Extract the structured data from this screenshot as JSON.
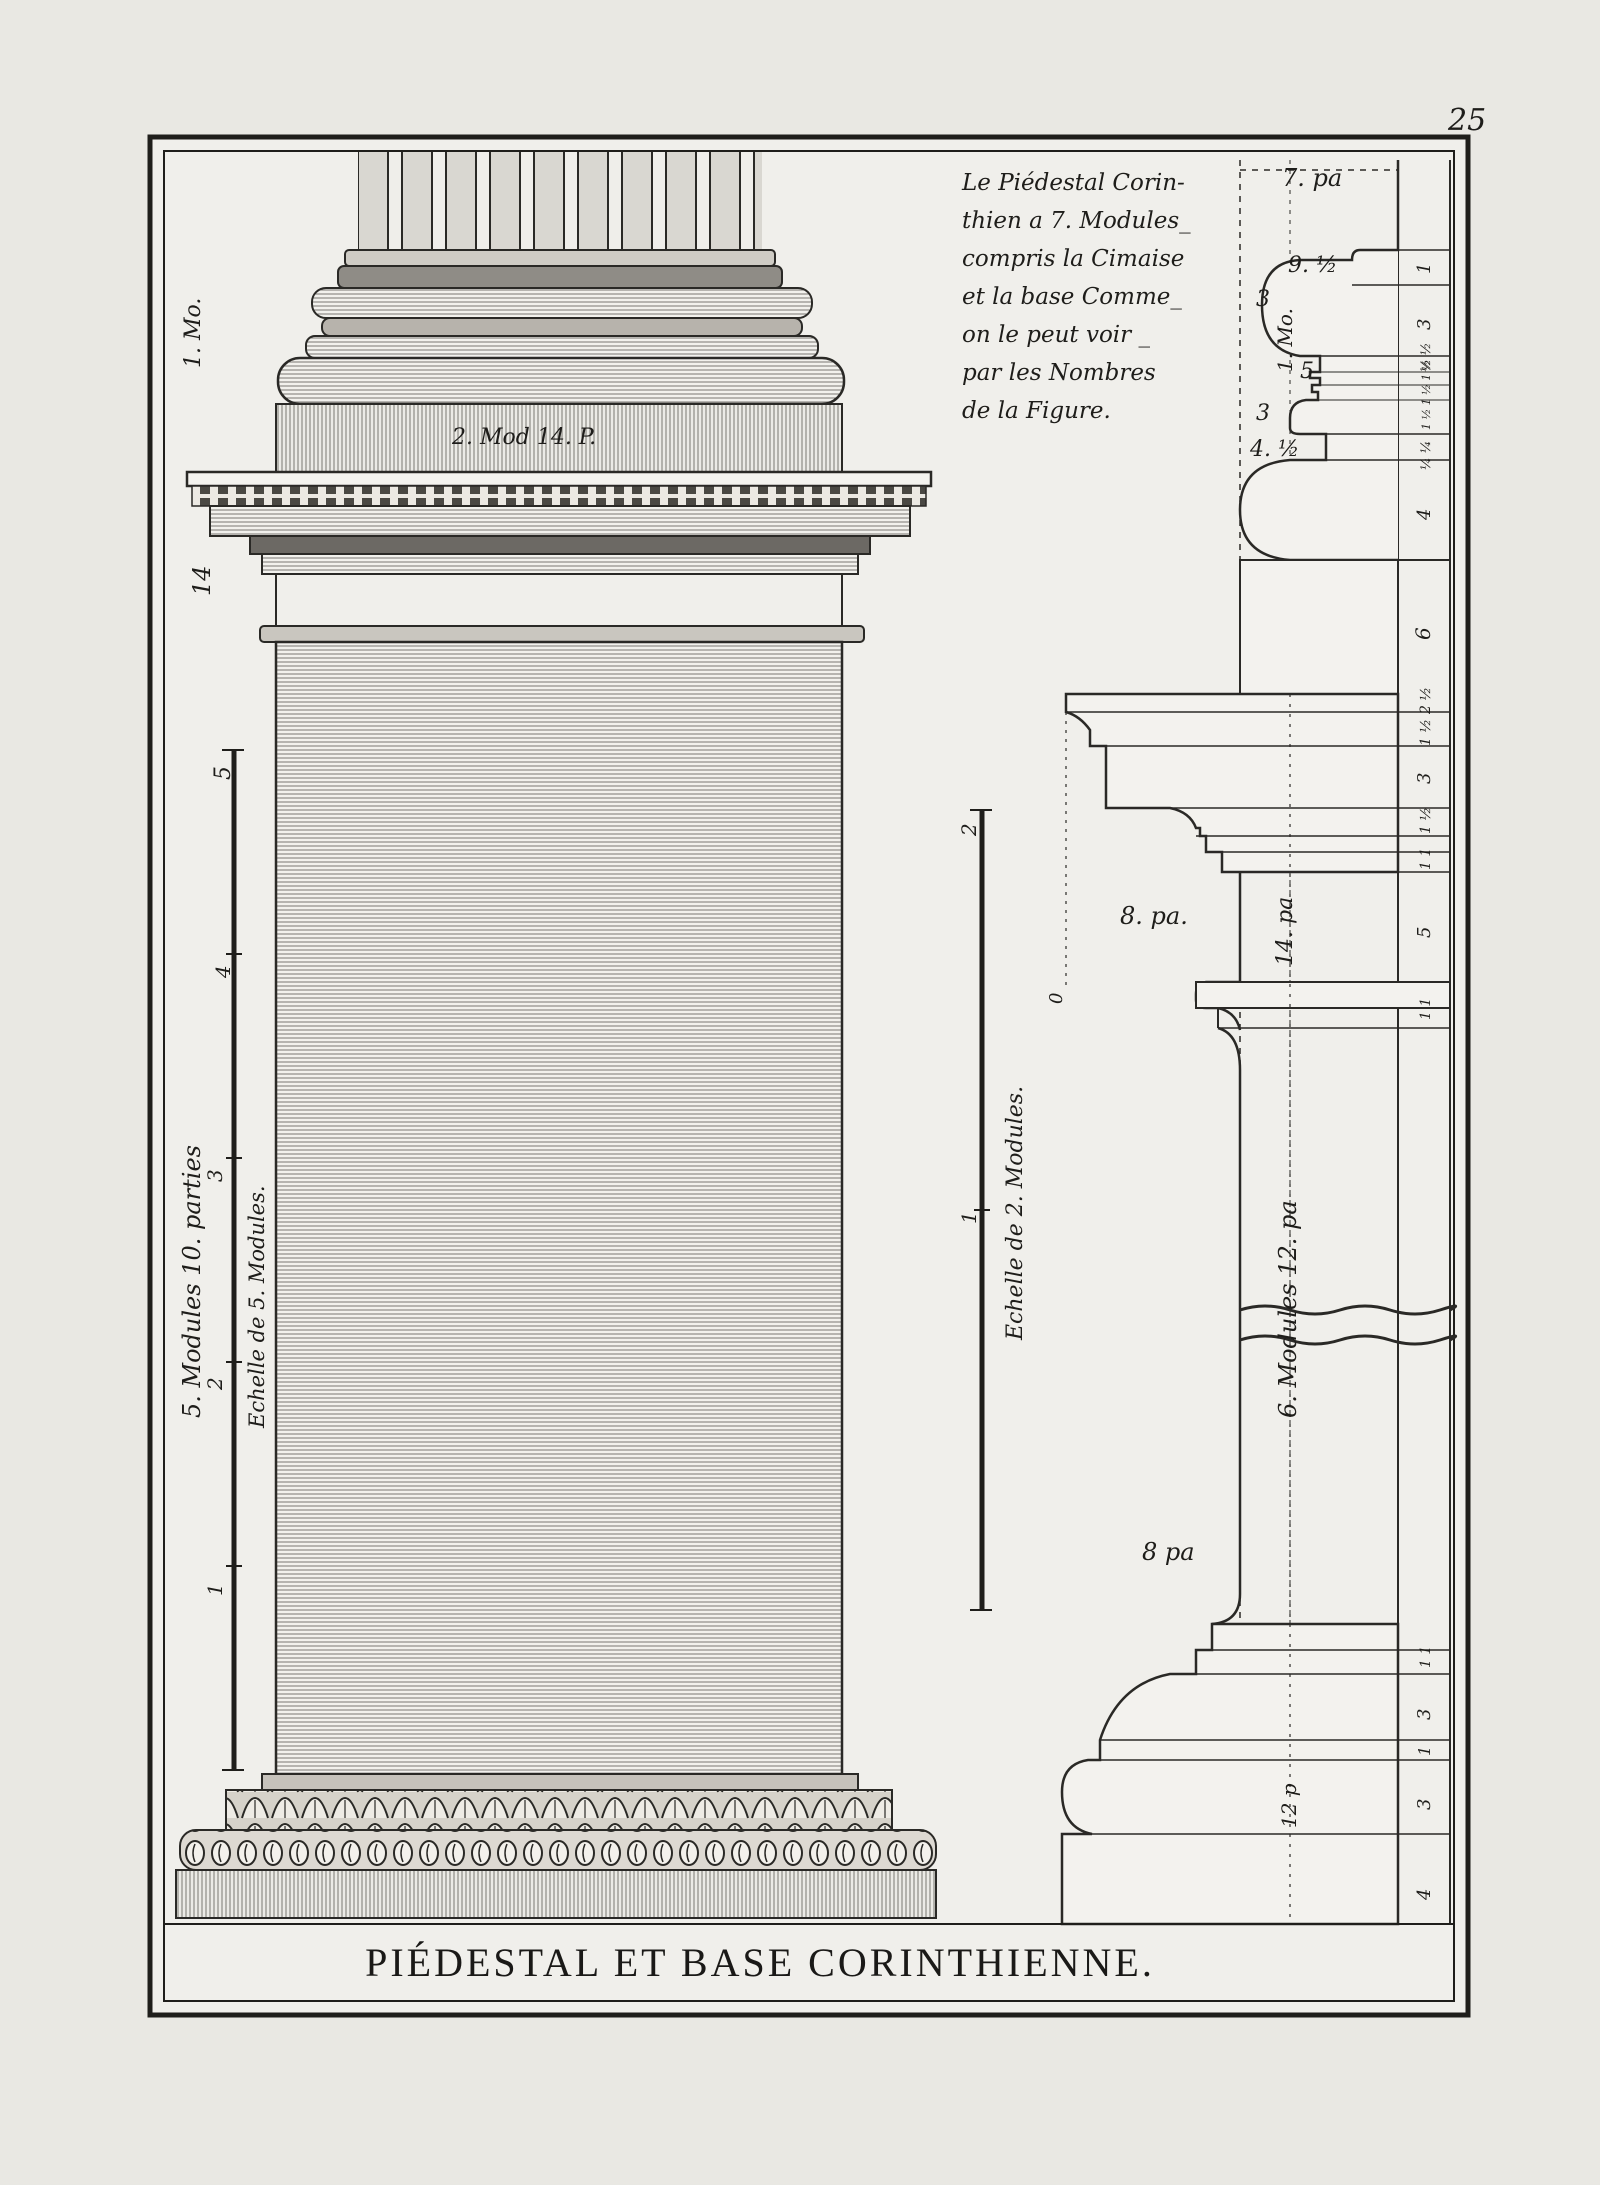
{
  "plate": {
    "page_number": "25",
    "title": "PIÉDESTAL ET BASE CORINTHIENNE."
  },
  "note": {
    "lines": [
      "Le Piédestal Corin-",
      "thien a 7. Modules_",
      "compris la Cimaise",
      "et la base Comme_",
      "on le peut voir _",
      "par les Nombres",
      "de la Figure."
    ]
  },
  "elevation_labels": {
    "base_width": "2. Mod 14. P.",
    "one_module": "1. Mo.",
    "fourteen": "14"
  },
  "scale_five_modules": {
    "caption": "5. Modules 10. parties",
    "name": "Echelle de 5. Modules.",
    "ticks": [
      "1",
      "2",
      "3",
      "4",
      "5"
    ]
  },
  "scale_two_modules": {
    "name": "Echelle de 2. Modules.",
    "ticks": [
      "0",
      "1",
      "2"
    ]
  },
  "profile_labels": {
    "top_width": "7. pa",
    "nine_half": "9. ½",
    "three_a": "3",
    "one_mo": "1. Mo.",
    "five": "5",
    "three_b": "3",
    "four_half": "4. ½",
    "cornice_projection": "8. pa.",
    "cornice_height": "14. pa",
    "die_height": "6. Modules 12. pa",
    "plinth_projection": "8 pa",
    "base_height": "12 p"
  },
  "profile_measures": [
    "1",
    "3",
    "½ ½",
    "1 ½ 1 ½ 1 ½",
    "¼ ¼",
    "4",
    "6",
    "2 ½",
    "1 ½",
    "3",
    "1 ½",
    "1 1",
    "5",
    "1 1",
    "1 1",
    "3",
    "1",
    "3",
    "4"
  ],
  "colors": {
    "paper": "#e9e8e3",
    "ink": "#1c1b19",
    "hatch": "#6f6d68"
  }
}
